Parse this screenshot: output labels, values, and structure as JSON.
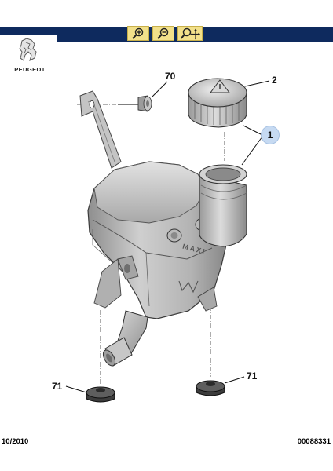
{
  "brand": {
    "name": "PEUGEOT"
  },
  "toolbar": {
    "buttons": [
      {
        "name": "zoom-in",
        "icon": "magnifier-plus-icon"
      },
      {
        "name": "zoom-out",
        "icon": "magnifier-minus-icon"
      },
      {
        "name": "zoom-pan",
        "icon": "magnifier-move-icon"
      }
    ]
  },
  "callouts": {
    "screw": "70",
    "cap": "2",
    "tank": "1",
    "mount_left": "71",
    "mount_right": "71"
  },
  "tank_marking": "MAXI",
  "footer": {
    "date": "10/2010",
    "reference": "00088331"
  },
  "colors": {
    "bar": "#0e2a5e",
    "tool_button": "#f2e08a",
    "highlight": "#c6daf2"
  }
}
